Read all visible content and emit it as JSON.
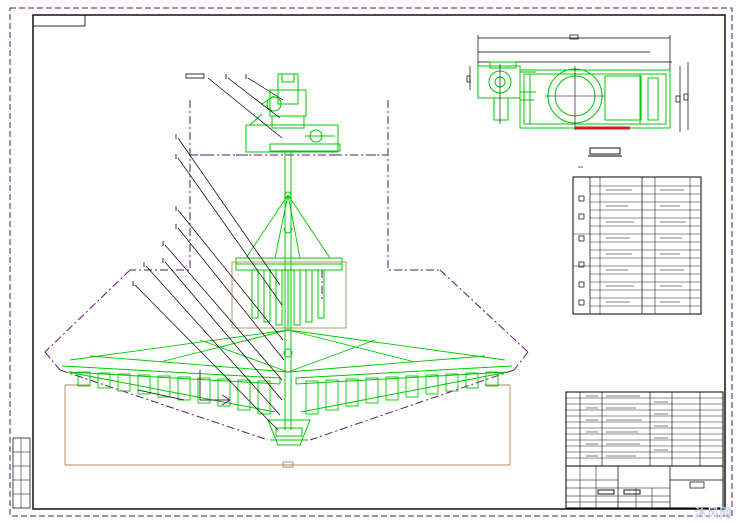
{
  "colors": {
    "border": "#000000",
    "frame_dash": "#5a1a6e",
    "structure": "#00c800",
    "outline_brown": "#b08a5a",
    "accent_red": "#d21e1e",
    "dim_line": "#000000"
  },
  "watermark": "沐风网",
  "views": [
    "main-elevation",
    "top-plan",
    "parts-list",
    "title-block"
  ]
}
